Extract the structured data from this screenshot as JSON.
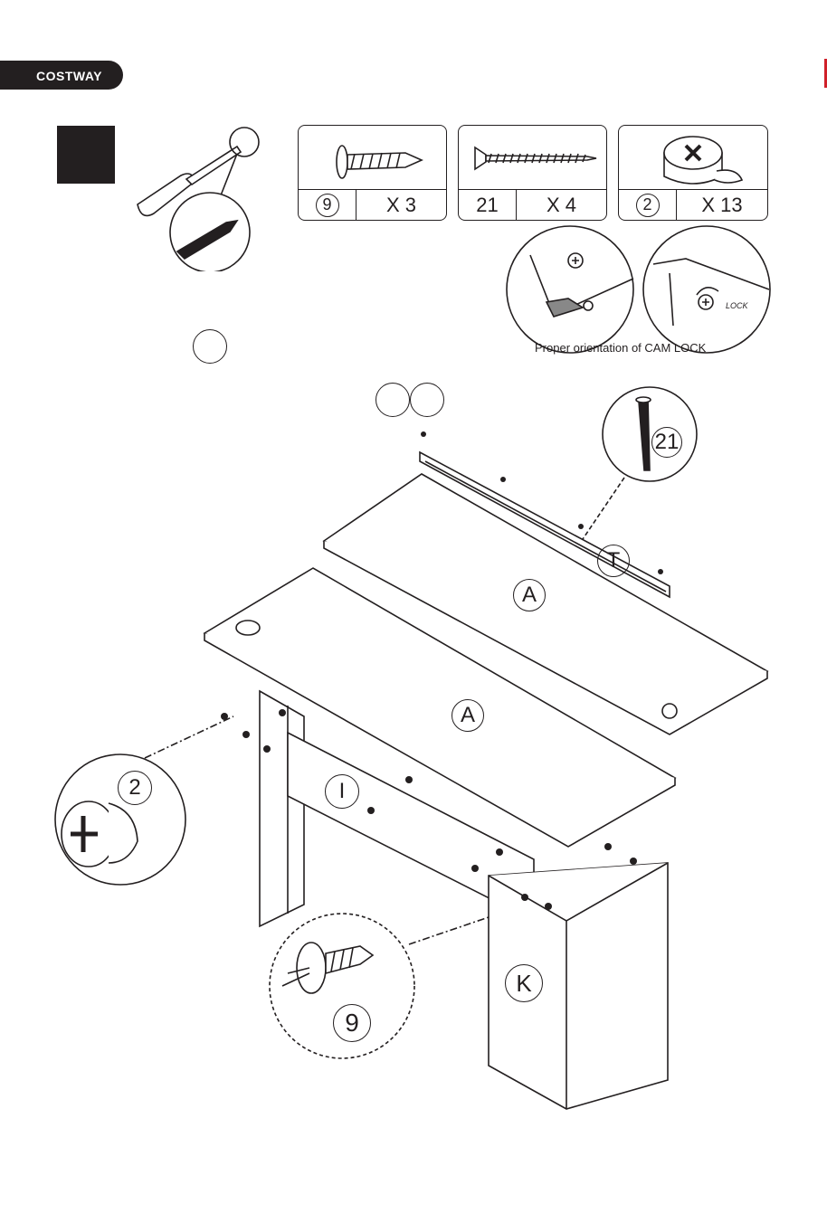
{
  "header": {
    "brand": "COSTWAY"
  },
  "parts": [
    {
      "id": "9",
      "id_circled": true,
      "qty": "X 3"
    },
    {
      "id": "21",
      "id_circled": false,
      "qty": "X 4"
    },
    {
      "id": "2",
      "id_circled": true,
      "qty": "X 13"
    }
  ],
  "cam_lock": {
    "caption": "Proper orientation of CAM LOCK",
    "lock_text": "LOCK"
  },
  "labels": {
    "panel_top": "A",
    "panel_main": "A",
    "rail": "T",
    "front_panel": "I",
    "side_panel": "K",
    "callout_screw_long": "21",
    "callout_cam": "2",
    "callout_screw_short": "9"
  },
  "colors": {
    "ink": "#231f20",
    "accent": "#d0202a"
  }
}
